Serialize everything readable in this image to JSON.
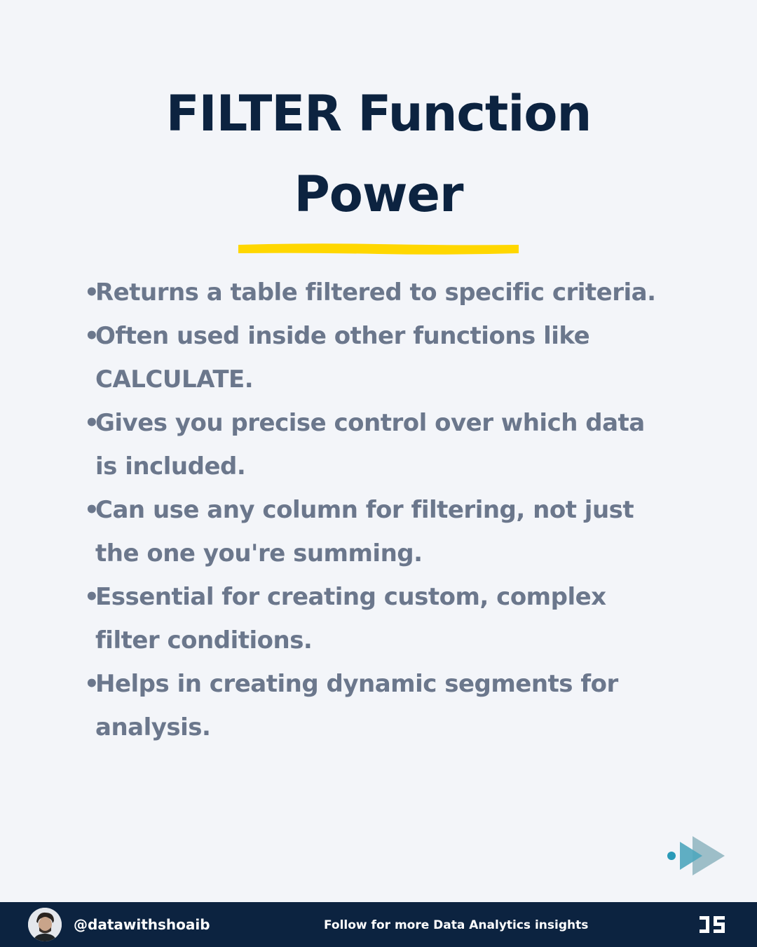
{
  "title": {
    "line1": "FILTER Function",
    "line2": "Power"
  },
  "bullet_char": "•",
  "bullets": [
    {
      "text": "Returns a table filtered to specific criteria."
    },
    {
      "text": "Often used inside other functions like CALCULATE."
    },
    {
      "text": "Gives you precise control over which data is included."
    },
    {
      "text": "Can use any column for filtering, not just the one you're summing."
    },
    {
      "text": "Essential for creating custom, complex filter conditions."
    },
    {
      "text": "Helps in creating dynamic segments for analysis."
    }
  ],
  "next_icon": "next-arrow-icon",
  "footer": {
    "handle": "@datawithshoaib",
    "tagline": "Follow for more Data Analytics insights",
    "logo_icon": "brand-logo-icon",
    "avatar_icon": "profile-avatar"
  },
  "colors": {
    "background": "#f3f5f9",
    "title": "#0c2340",
    "bullet_text": "#6b778c",
    "highlight": "#ffd700",
    "footer_bg": "#0c2340",
    "arrow_dot": "#2a9ab8",
    "arrow_front": "#4fa6bd",
    "arrow_back": "#9dbec8"
  }
}
